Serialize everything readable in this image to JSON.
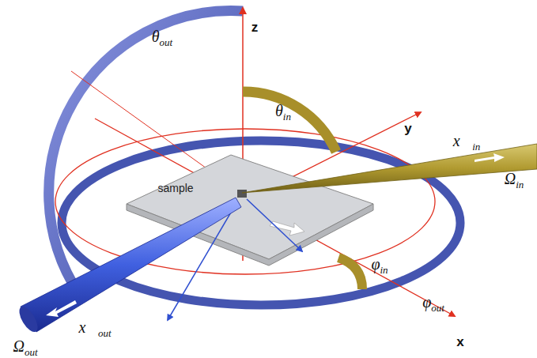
{
  "diagram": {
    "nodes": [
      {
        "text": [
          "sample"
        ]
      }
    ],
    "labels": [
      "θout",
      "z",
      "θin",
      "y",
      "x⃗in",
      "Ωin",
      "φin",
      "φout",
      "x",
      "x⃗out",
      "Ωout"
    ]
  }
}
